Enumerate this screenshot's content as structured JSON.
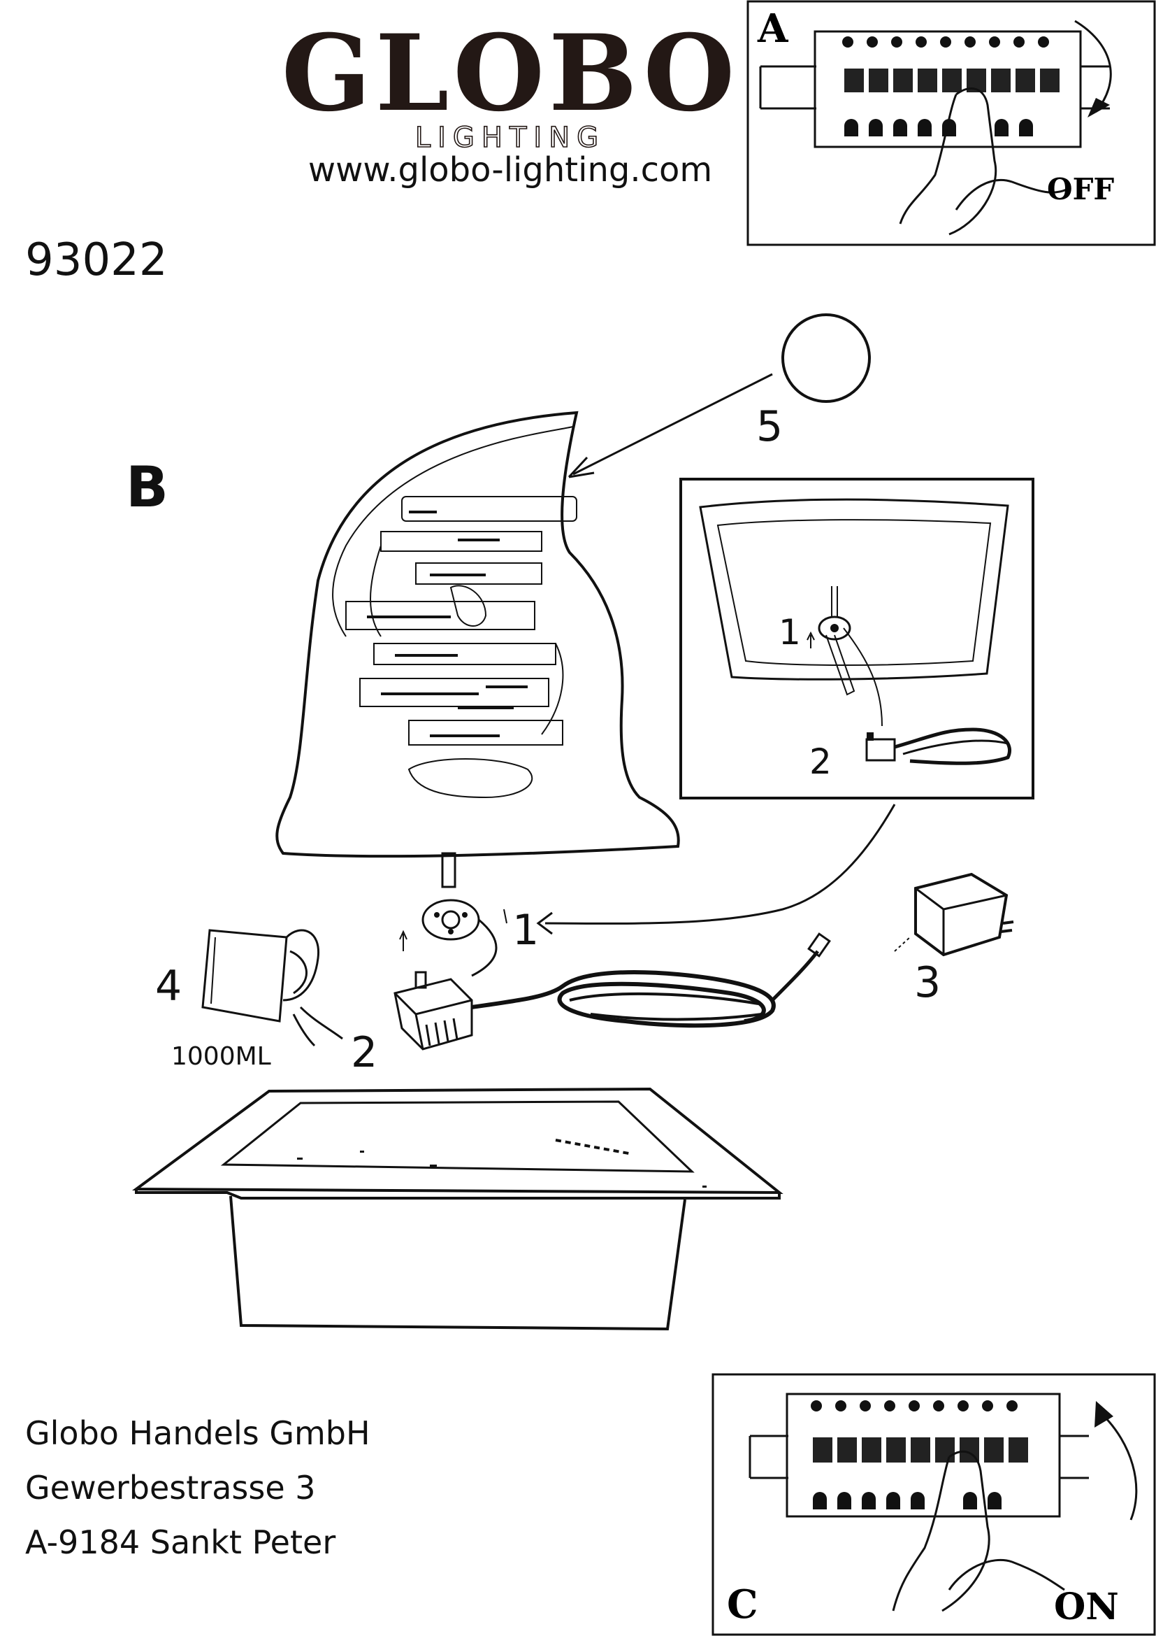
{
  "brand": {
    "name": "GLOBO",
    "subtitle": "LIGHTING",
    "website": "www.globo-lighting.com"
  },
  "model_number": "93022",
  "panels": {
    "a": {
      "letter": "A",
      "switch_state": "OFF"
    },
    "b": {
      "letter": "B"
    },
    "c": {
      "letter": "C",
      "switch_state": "ON"
    }
  },
  "callouts": {
    "part_1": "1",
    "part_2": "2",
    "part_3": "3",
    "part_4": "4",
    "part_5": "5",
    "inset_1": "1",
    "inset_2": "2"
  },
  "cup_volume": "1000ML",
  "address": {
    "company": "Globo Handels GmbH",
    "street": "Gewerbestrasse 3",
    "city": "A-9184 Sankt Peter"
  }
}
